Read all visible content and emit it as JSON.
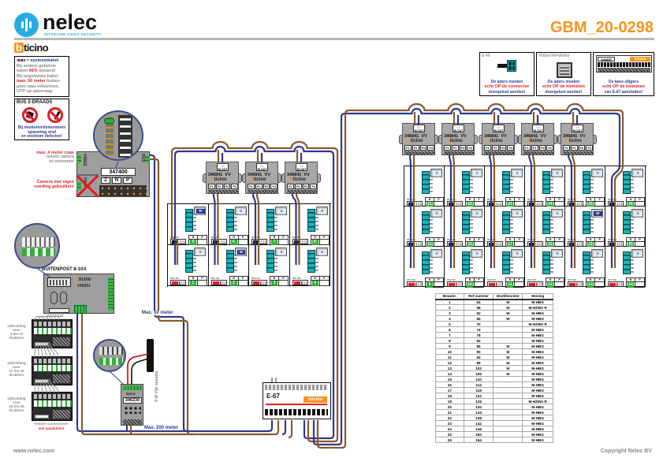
{
  "header": {
    "brand": "nelec",
    "tagline": "INTERCOM VIDEO SECURITY",
    "sub_brand_b": "b",
    "sub_brand_rest": "ticino",
    "doc_number": "GBM_20-0298"
  },
  "footer": {
    "website": "www.nelec.com",
    "copyright": "Copyright Nelec BV"
  },
  "colors": {
    "accent_orange": "#F7941D",
    "logo_blue": "#29ABE2",
    "wire_blue": "#2E3A8C",
    "wire_brown": "#8A5A2A",
    "note_blue": "#2B3990",
    "note_red": "#E31E24",
    "terminal_teal": "#19B5B5",
    "terminal_green": "#3DB54A"
  },
  "notes": {
    "cable_box": {
      "legend": "= systeemkabel",
      "line1": "Bij andere getwiste",
      "line2a": "kabel ",
      "line2b": "66%",
      "line2c": " afstand!",
      "line3": "Bij ongetwiste kabel",
      "line4a": "max. 50 meter",
      "line4b": " buiten-",
      "line5": "post naar videofoon.",
      "line6": "UTP op aanvraag."
    },
    "bus_box": {
      "title": "BUS 2-DRAADS",
      "line1": "Bij monteren/demonteren",
      "line2": "spanning eraf",
      "line3": "en voorkom defecten!"
    },
    "connector_box": {
      "label": "E-49",
      "line1": "De aders moeten",
      "line2": "echt OP de connector",
      "line3": "doorgelust worden!"
    },
    "verdeler_box": {
      "label": "VideoVerdeler",
      "line1": "De aders moeten",
      "line2": "echt OP de klemmen",
      "line3": "doorgelust worden!"
    },
    "stijger_box": {
      "device": "346850",
      "brand": "bticino",
      "line1": "De twee stijgers",
      "line2": "echt OP de klemmen",
      "line3": "van E-67 aansluiten!"
    },
    "camera_note1": [
      "max. 4 meter coax",
      "tussen camera",
      "en omvormer"
    ],
    "camera_note2": [
      "Camera met eigen",
      "voeding gebruiken!"
    ],
    "ext_note": [
      "restant connectoren",
      "niet aansluiten!"
    ],
    "max50": "Max. 50 meter",
    "max200": "Max. 200 meter"
  },
  "devices": {
    "converter": {
      "model": "347400",
      "video": "VIDEO",
      "pwr": "PWR",
      "bus": "BUS",
      "z": "Z",
      "n": "N",
      "p": "P"
    },
    "entrance": {
      "title": "BUITENPOST 8-10A",
      "model": "346891"
    },
    "extensions": [
      [
        "uitbreiding",
        "voor",
        "3 t/m 10",
        "drukkers"
      ],
      [
        "uitbreiding",
        "voor",
        "11 t/m 18",
        "drukkers"
      ],
      [
        "uitbreiding",
        "voor",
        "19 t/m 26",
        "drukkers"
      ]
    ],
    "speaker_label": "8 W Vde speaker",
    "audio_module": {
      "model": "346230"
    },
    "psu": {
      "model": "E-67"
    },
    "distributor": {
      "model": "346841",
      "suffix": "VV",
      "top_label": "IN OUT",
      "ports": [
        "P1",
        "P2",
        "P3",
        "P4"
      ]
    },
    "unit": {
      "n": "N",
      "p": "P",
      "dip": "OFF ON",
      "monitor_e": "E",
      "monitor_w": "W"
    }
  },
  "risers": {
    "center": {
      "rows": [
        [
          5,
          6,
          7,
          8
        ],
        [
          1,
          2,
          3,
          4
        ]
      ],
      "w_units": [
        5,
        2
      ],
      "terminated": [
        1,
        2,
        3,
        4
      ],
      "distributors": 3
    },
    "right": {
      "rows": [
        [
          21,
          22,
          23,
          24,
          25,
          26
        ],
        [
          15,
          16,
          17,
          18,
          19,
          20
        ],
        [
          9,
          10,
          11,
          12,
          13,
          14
        ]
      ],
      "w_units": [
        19
      ],
      "terminated": [
        9,
        10,
        11,
        12,
        13,
        14
      ],
      "distributors": 5
    }
  },
  "table": {
    "headers": [
      "Bouwnr.",
      "Ref nummer",
      "Hoofdmonitor",
      "Woning"
    ],
    "rows": [
      [
        1,
        "54",
        "W",
        "M-HBG"
      ],
      [
        2,
        "58",
        "W",
        "M-HZWA R"
      ],
      [
        3,
        "62",
        "W",
        "M-HBG"
      ],
      [
        4,
        "66",
        "W",
        "M-HBG"
      ],
      [
        5,
        "70",
        "",
        "M-HZWA R"
      ],
      [
        6,
        "74",
        "",
        "M-HBG"
      ],
      [
        7,
        "78",
        "",
        "M-HBG"
      ],
      [
        8,
        "82",
        "",
        "M-HBG"
      ],
      [
        9,
        "86",
        "W",
        "M-HBG"
      ],
      [
        10,
        "90",
        "W",
        "M-HBG"
      ],
      [
        11,
        "94",
        "W",
        "M-HBG"
      ],
      [
        12,
        "98",
        "W",
        "M-HBG"
      ],
      [
        13,
        "102",
        "W",
        "M-HBG"
      ],
      [
        14,
        "106",
        "W",
        "M-HBG"
      ],
      [
        15,
        "110",
        "",
        "M-HBG"
      ],
      [
        16,
        "114",
        "",
        "M-HBG"
      ],
      [
        17,
        "118",
        "",
        "M-HBG"
      ],
      [
        18,
        "122",
        "",
        "M-HBG"
      ],
      [
        19,
        "126",
        "",
        "M-HZWA R"
      ],
      [
        20,
        "130",
        "",
        "M-HBG"
      ],
      [
        21,
        "134",
        "",
        "M-HBG"
      ],
      [
        22,
        "138",
        "",
        "M-HBG"
      ],
      [
        23,
        "142",
        "",
        "M-HBG"
      ],
      [
        24,
        "146",
        "",
        "M-HBG"
      ],
      [
        25,
        "150",
        "",
        "M-HBG"
      ],
      [
        26,
        "154",
        "",
        "M-HBG"
      ]
    ]
  }
}
